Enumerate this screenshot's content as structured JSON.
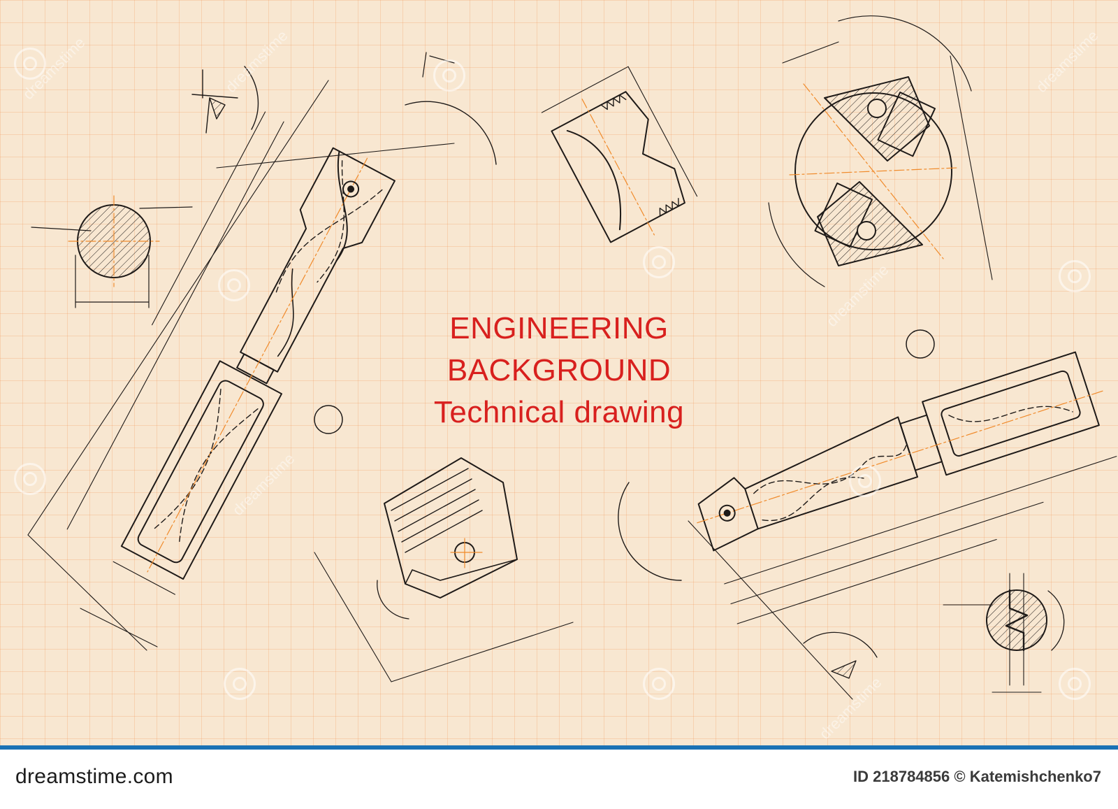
{
  "headline": {
    "line1": "ENGINEERING",
    "line2": "BACKGROUND",
    "line3": "Technical drawing"
  },
  "watermark": {
    "text": "dreamstime"
  },
  "footer": {
    "site": "dreamstime.com",
    "id_text": "ID 218784856 © Katemishchenko7"
  },
  "colors": {
    "paper": "#f8e7d1",
    "grid": "#f0965a",
    "ink": "#1e1a18",
    "centerline": "#f08a2a",
    "headline": "#d8201e",
    "footer_accent": "#1a72b5"
  }
}
